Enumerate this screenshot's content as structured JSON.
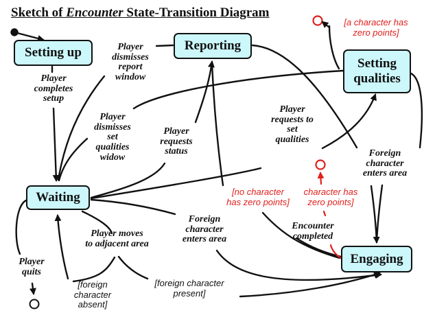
{
  "title": {
    "prefix": "Sketch of ",
    "emphasis": "Encounter",
    "suffix": " State-Transition Diagram"
  },
  "colors": {
    "state_fill": "#ccf7fb",
    "line": "#111111",
    "guard_red": "#e0201c"
  },
  "states": {
    "setting_up": "Setting up",
    "reporting": "Reporting",
    "setting_qualities": "Setting\nqualities",
    "waiting": "Waiting",
    "engaging": "Engaging"
  },
  "events": {
    "player_completes_setup": "Player\ncompletes\nsetup",
    "player_dismisses_report_window": "Player\ndismisses\nreport\nwindow",
    "player_dismisses_set_qualities_widow": "Player\ndismisses\nset\nqualities\nwidow",
    "player_requests_status": "Player\nrequests\nstatus",
    "player_requests_to_set_qualities": "Player\nrequests to\nset\nqualities",
    "foreign_character_enters_area_right": "Foreign\ncharacter\nenters area",
    "foreign_character_enters_area_mid": "Foreign\ncharacter\nenters area",
    "encounter_completed": "Encounter\ncompleted",
    "player_moves_to_adjacent_area": "Player  moves\nto adjacent area",
    "player_quits": "Player\nquits"
  },
  "guards": {
    "a_character_has_zero_points": "[a character has\nzero points]",
    "no_character_has_zero_points": "[no character\nhas zero points]",
    "character_has_zero_points": "character has\nzero points]",
    "foreign_character_absent": "[foreign\ncharacter\nabsent]",
    "foreign_character_present": "[foreign character\npresent]"
  }
}
